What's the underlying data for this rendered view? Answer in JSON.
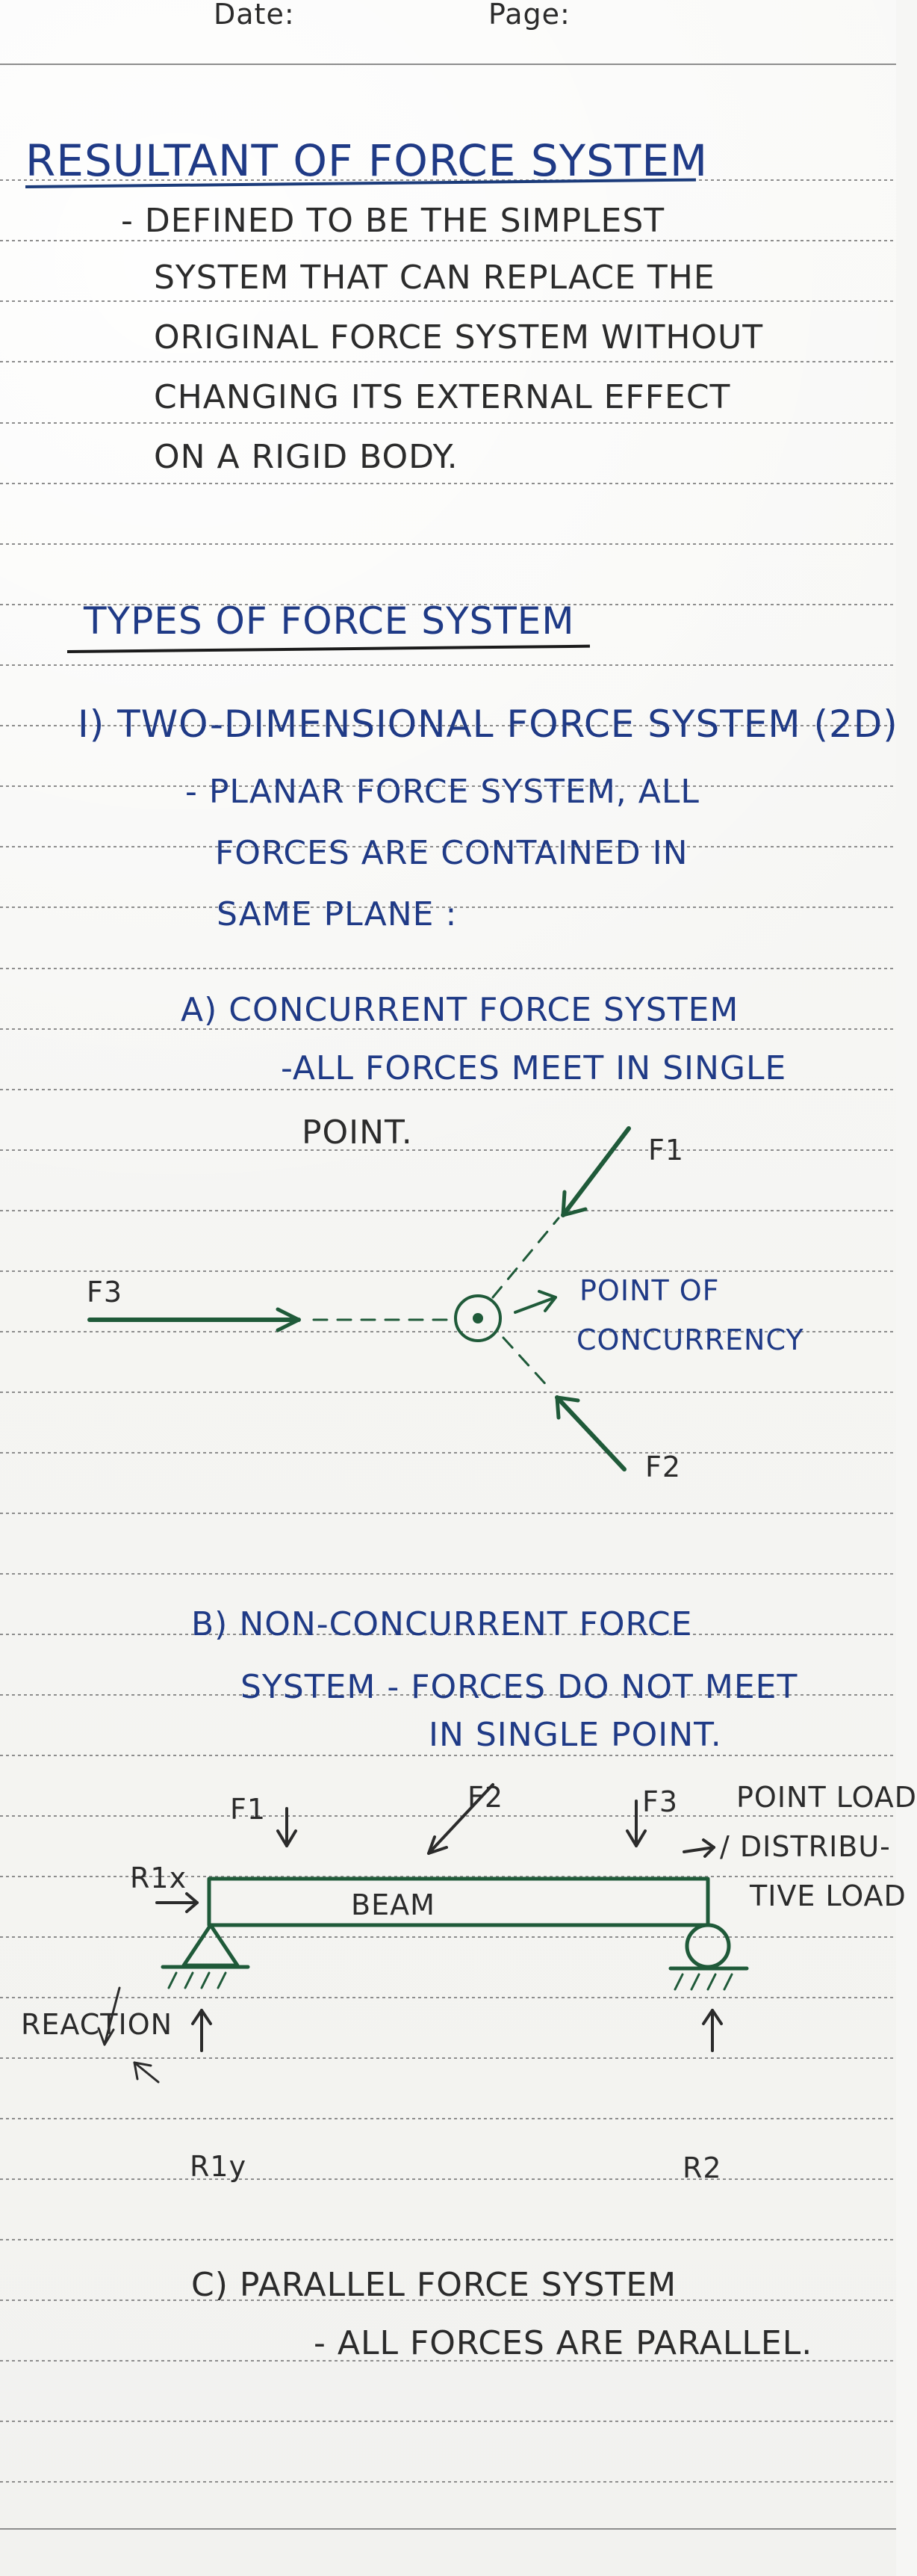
{
  "header": {
    "date_label": "Date:",
    "page_label": "Page:"
  },
  "main": {
    "title": "RESULTANT OF FORCE SYSTEM",
    "definition": [
      "- DEFINED TO BE THE SIMPLEST",
      "SYSTEM THAT CAN REPLACE THE",
      "ORIGINAL FORCE SYSTEM WITHOUT",
      "CHANGING ITS EXTERNAL EFFECT",
      "ON A RIGID BODY."
    ],
    "types_heading": "TYPES OF FORCE SYSTEM",
    "two_d_heading": "I) TWO-DIMENSIONAL FORCE SYSTEM (2D)",
    "two_d_def": [
      "- PLANAR FORCE SYSTEM, ALL",
      "FORCES ARE CONTAINED IN",
      "SAME PLANE :"
    ],
    "concurrent": {
      "heading": "A) CONCURRENT FORCE SYSTEM",
      "desc": [
        "-ALL FORCES MEET IN SINGLE",
        "POINT."
      ],
      "labels": {
        "f1": "F1",
        "f2": "F2",
        "f3": "F3",
        "point_line1": "POINT OF",
        "point_line2": "CONCURRENCY"
      }
    },
    "nonconcurrent": {
      "heading": "B) NON-CONCURRENT FORCE",
      "desc": [
        "SYSTEM - FORCES DO NOT MEET",
        "IN SINGLE POINT."
      ],
      "labels": {
        "f1": "F1",
        "f2": "F2",
        "f3": "F3",
        "point_load": "POINT LOAD",
        "distributive_load_line1": "/ DISTRIBU-",
        "distributive_load_line2": "TIVE LOAD",
        "rix": "R1x",
        "beam": "BEAM",
        "reaction": "REACTION",
        "r1y": "R1y",
        "r2": "R2"
      }
    },
    "parallel": {
      "heading": "C) PARALLEL FORCE SYSTEM",
      "desc": "- ALL FORCES ARE PARALLEL."
    }
  },
  "colors": {
    "ink_navy": "#1f3a86",
    "ink_green": "#1f5a39",
    "paper": "#f6f6f4",
    "ruled_line": "#8c8c8c"
  }
}
